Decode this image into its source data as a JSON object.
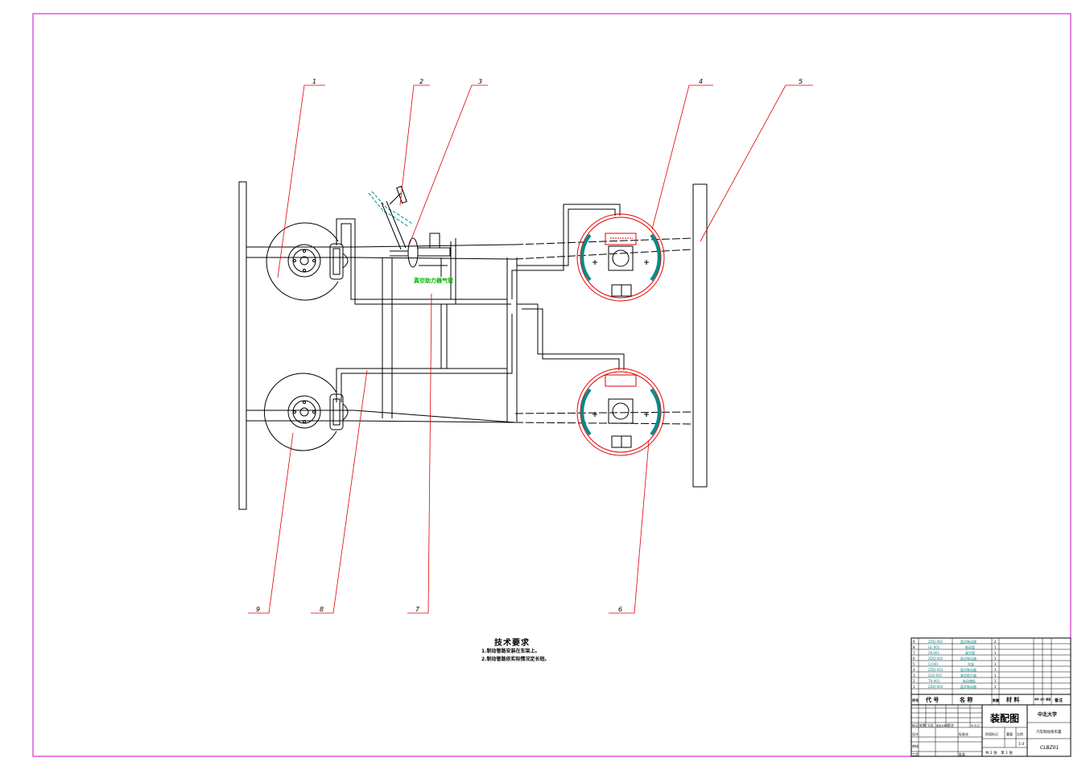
{
  "leaders": [
    {
      "label": "1"
    },
    {
      "label": "2"
    },
    {
      "label": "3"
    },
    {
      "label": "4"
    },
    {
      "label": "5"
    },
    {
      "label": "6"
    },
    {
      "label": "7"
    },
    {
      "label": "8"
    },
    {
      "label": "9"
    }
  ],
  "annotation_green": "真空助力器气管",
  "tech_requirements": {
    "title": "技术要求",
    "items": [
      "1.制动管路安装在车架上。",
      "2.制动管路依实际情况定长短。"
    ]
  },
  "title_block": {
    "drawing_type": "装配图",
    "school": "中北大学",
    "drawing_name": "汽车制动系布置",
    "drawing_number": "CLBZ01",
    "scale": "1:4",
    "sheets": "共 2 张　第 1 张",
    "bom_header": {
      "seq": "序号",
      "code": "代 号",
      "name": "名 称",
      "qty": "数量",
      "material": "材 料",
      "weight": "单件 总计 重量",
      "note": "备注"
    },
    "bom_rows": [
      {
        "seq": "9",
        "code": "ZDQ-001",
        "name": "盘式制动器",
        "qty": "2"
      },
      {
        "seq": "8",
        "code": "GL-001",
        "name": "制动管",
        "qty": "1"
      },
      {
        "seq": "7",
        "code": "ZK-001",
        "name": "真空管",
        "qty": "1"
      },
      {
        "seq": "6",
        "code": "ZDQ-002",
        "name": "鼓式制动器",
        "qty": "1"
      },
      {
        "seq": "5",
        "code": "CJ-001",
        "name": "车架",
        "qty": "1"
      },
      {
        "seq": "4",
        "code": "ZDQ-003",
        "name": "鼓式制动器",
        "qty": "1"
      },
      {
        "seq": "3",
        "code": "ZLQ-001",
        "name": "真空助力器",
        "qty": "1"
      },
      {
        "seq": "2",
        "code": "TB-001",
        "name": "制动踏板",
        "qty": "1"
      },
      {
        "seq": "1",
        "code": "ZDQ-004",
        "name": "盘式制动器",
        "qty": "1"
      }
    ],
    "labels": {
      "mark": "标记",
      "count": "处数",
      "zone": "分区",
      "change_no": "更改文件号",
      "signature": "签名",
      "date": "年.月.日",
      "design": "设计",
      "standard": "标准化",
      "stage_mark": "阶段标记",
      "weight": "重量",
      "ratio": "比例",
      "review": "审核",
      "process": "工艺",
      "approve": "批准"
    }
  }
}
